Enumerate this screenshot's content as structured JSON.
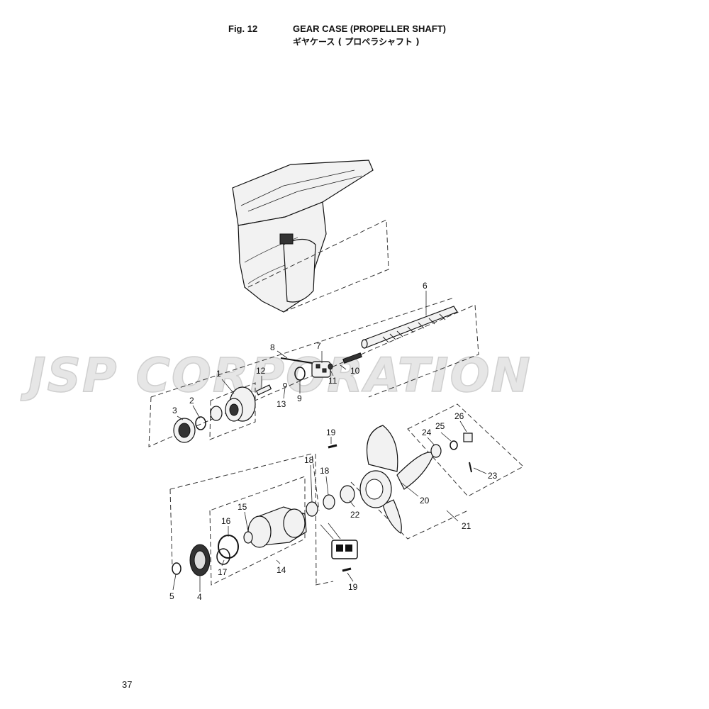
{
  "header": {
    "fig_label": "Fig. 12",
    "title_en": "GEAR CASE (PROPELLER SHAFT)",
    "title_jp": "ギヤケース ( プロペラシャフト )"
  },
  "watermark": {
    "text": "JSP CORPORATION",
    "color": "#e6e6e6"
  },
  "callouts": {
    "c1": "1",
    "c2": "2",
    "c3": "3",
    "c4": "4",
    "c5": "5",
    "c6": "6",
    "c7": "7",
    "c8": "8",
    "c9": "9",
    "c10": "10",
    "c11": "11",
    "c12": "12",
    "c13": "13",
    "c14": "14",
    "c15": "15",
    "c16": "16",
    "c17": "17",
    "c18a": "18",
    "c18b": "18",
    "c19a": "19",
    "c19b": "19",
    "c20": "20",
    "c21": "21",
    "c22": "22",
    "c23": "23",
    "c24": "24",
    "c25": "25",
    "c26": "26"
  },
  "footer": {
    "page_number": "37"
  }
}
